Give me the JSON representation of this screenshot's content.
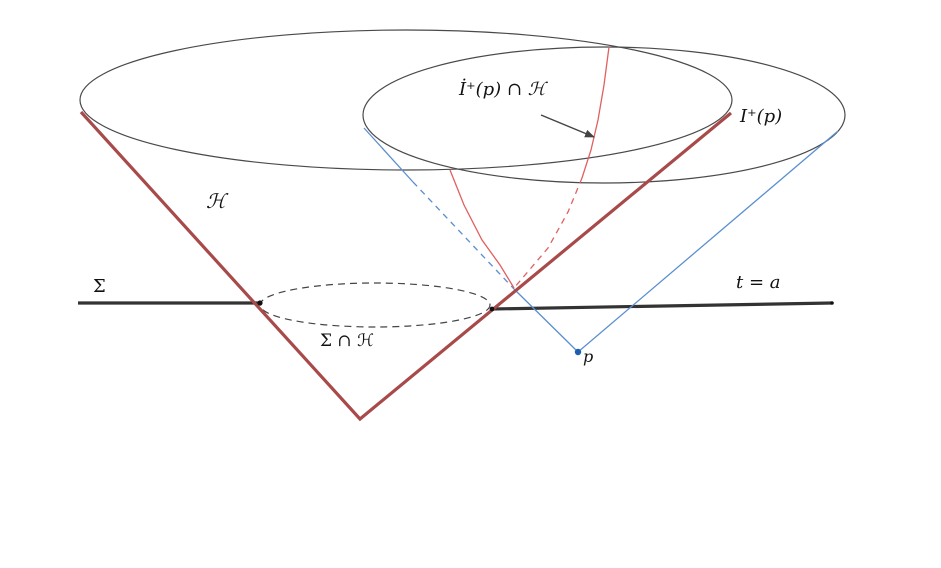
{
  "labels": {
    "horizon": "ℋ",
    "sigma": "Σ",
    "sigma_cap_h": "Σ ∩ ℋ",
    "idot_cap_h": "İ⁺(p) ∩ ℋ",
    "future_of_p": "I⁺(p)",
    "time_slice": "t = a",
    "point_p": "p"
  },
  "colors": {
    "horizon": "#a84a4a",
    "cone_of_p": "#5b8fd0",
    "generators": "#e06060",
    "slice": "#333333",
    "outline": "#4a4a4a",
    "point": "#1a5fb0"
  }
}
